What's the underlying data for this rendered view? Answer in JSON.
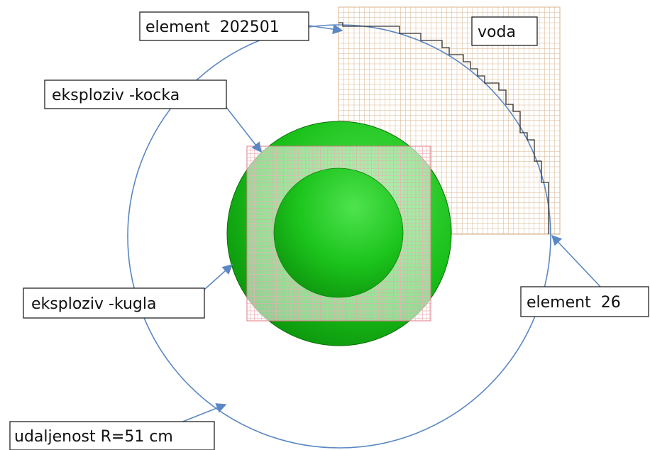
{
  "labels": {
    "element_top": "element  202501",
    "water": "voda",
    "cube": "eksploziv -kocka",
    "sphere": "eksploziv -kugla",
    "element_bottom": "element  26",
    "distance": "udaljenost R=51 cm"
  },
  "colors": {
    "water_grid": "#d8b48c",
    "cube_grid": "#e9a0a8",
    "sphere": "#22c322",
    "sphere_dark": "#0f8a0f",
    "arrow": "#5b87c4",
    "step_line": "#333333"
  }
}
